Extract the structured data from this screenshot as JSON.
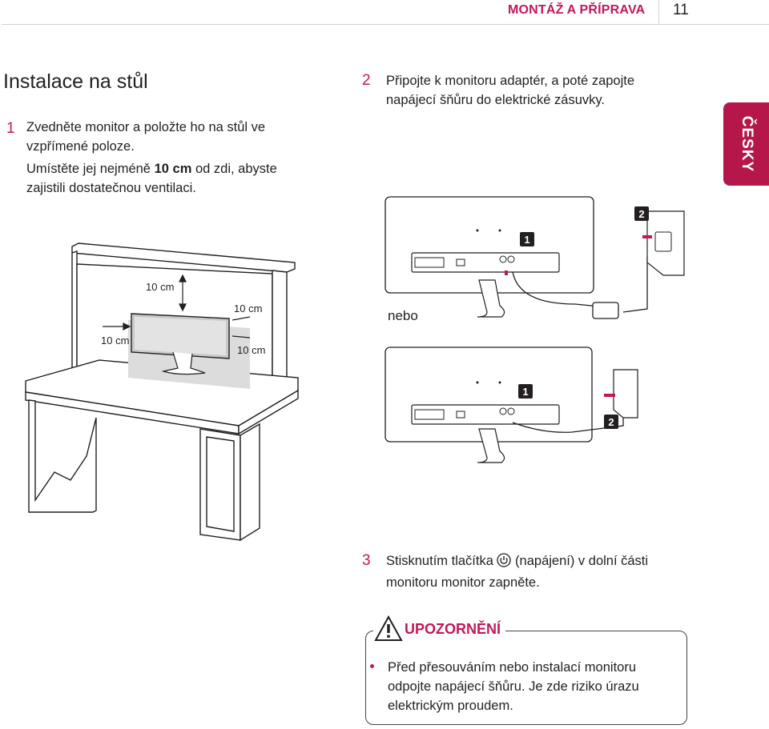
{
  "header": {
    "section": "MONTÁŽ A PŘÍPRAVA",
    "page_number": "11"
  },
  "language_tab": "ČESKY",
  "title": "Instalace na stůl",
  "step1": {
    "number": "1",
    "line1": "Zvedněte monitor a položte ho na stůl ve",
    "line2": "vzpřímené poloze.",
    "line3_pre": "Umístěte jej nejméně ",
    "line3_bold": "10 cm",
    "line3_post": " od zdi, abyste",
    "line4": "zajistili dostatečnou ventilaci."
  },
  "desk_figure": {
    "clearance_top": "10 cm",
    "clearance_back": "10 cm",
    "clearance_left": "10 cm",
    "clearance_right": "10 cm"
  },
  "step2": {
    "number": "2",
    "line1": "Připojte k monitoru adaptér, a poté zapojte",
    "line2": "napájecí šňůru do elektrické zásuvky."
  },
  "connection_figure": {
    "or_label": "nebo",
    "badge_1": "1",
    "badge_2": "2"
  },
  "step3": {
    "number": "3",
    "line1_pre": "Stisknutím tlačítka ",
    "line1_post": " (napájení) v dolní části",
    "line2": "monitoru monitor zapněte.",
    "power_icon": "power-icon"
  },
  "caution": {
    "title": "UPOZORNĚNÍ",
    "icon": "warning-triangle-icon",
    "line1": "Před přesouváním nebo instalací monitoru",
    "line2": "odpojte napájecí šňůru. Je zde riziko úrazu",
    "line3": "elektrickým proudem."
  },
  "colors": {
    "accent": "#c2185b",
    "tab": "#b5174b",
    "text": "#231f20"
  }
}
